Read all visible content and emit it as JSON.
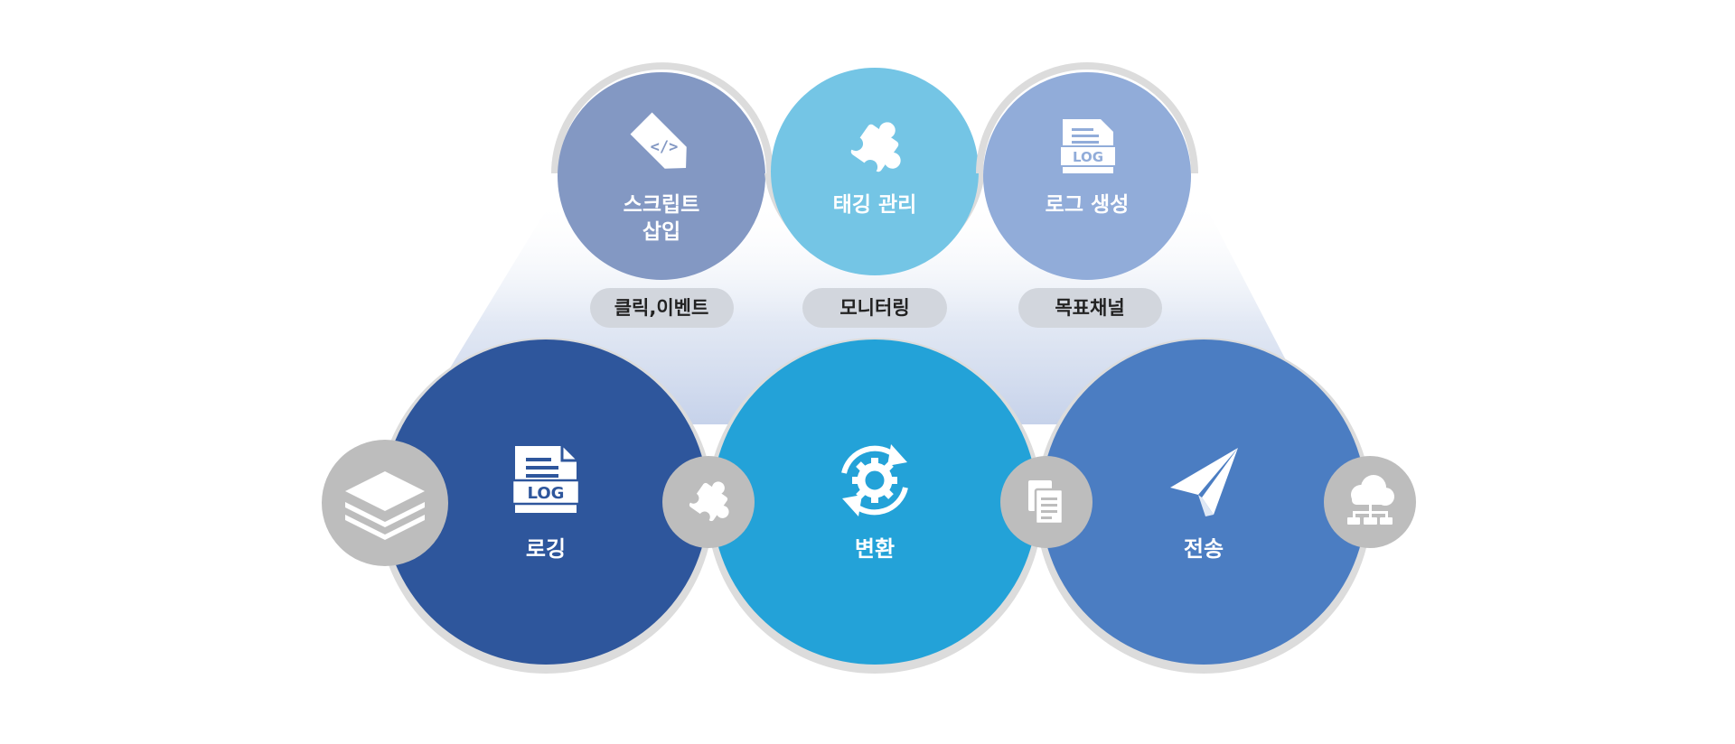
{
  "top_stage": {
    "items": [
      {
        "label_lines": [
          "스크립트",
          "삽입"
        ],
        "icon": "tag-code-icon",
        "color": "#8398c3",
        "pill": "클릭,이벤트"
      },
      {
        "label_lines": [
          "태깅 관리"
        ],
        "icon": "puzzle-icon",
        "color": "#74c5e5",
        "pill": "모니터링"
      },
      {
        "label_lines": [
          "로그 생성"
        ],
        "icon": "log-file-icon",
        "color": "#91acd9",
        "pill": "목표채널",
        "icon_text": "LOG"
      }
    ]
  },
  "bottom_stage": {
    "items": [
      {
        "label": "로깅",
        "icon": "log-file-icon",
        "color": "#2e569c",
        "icon_text": "LOG"
      },
      {
        "label": "변환",
        "icon": "sync-gear-icon",
        "color": "#23a2d8"
      },
      {
        "label": "전송",
        "icon": "paper-plane-icon",
        "color": "#4b7dc2"
      }
    ],
    "connectors": [
      {
        "icon": "layers-icon"
      },
      {
        "icon": "puzzle-icon"
      },
      {
        "icon": "documents-icon"
      },
      {
        "icon": "cloud-network-icon"
      }
    ]
  },
  "colors": {
    "ring": "#dcdcdc",
    "connector": "#bdbdbd",
    "pill_bg": "#d2d6dd",
    "funnel": "#c9d4ea"
  }
}
